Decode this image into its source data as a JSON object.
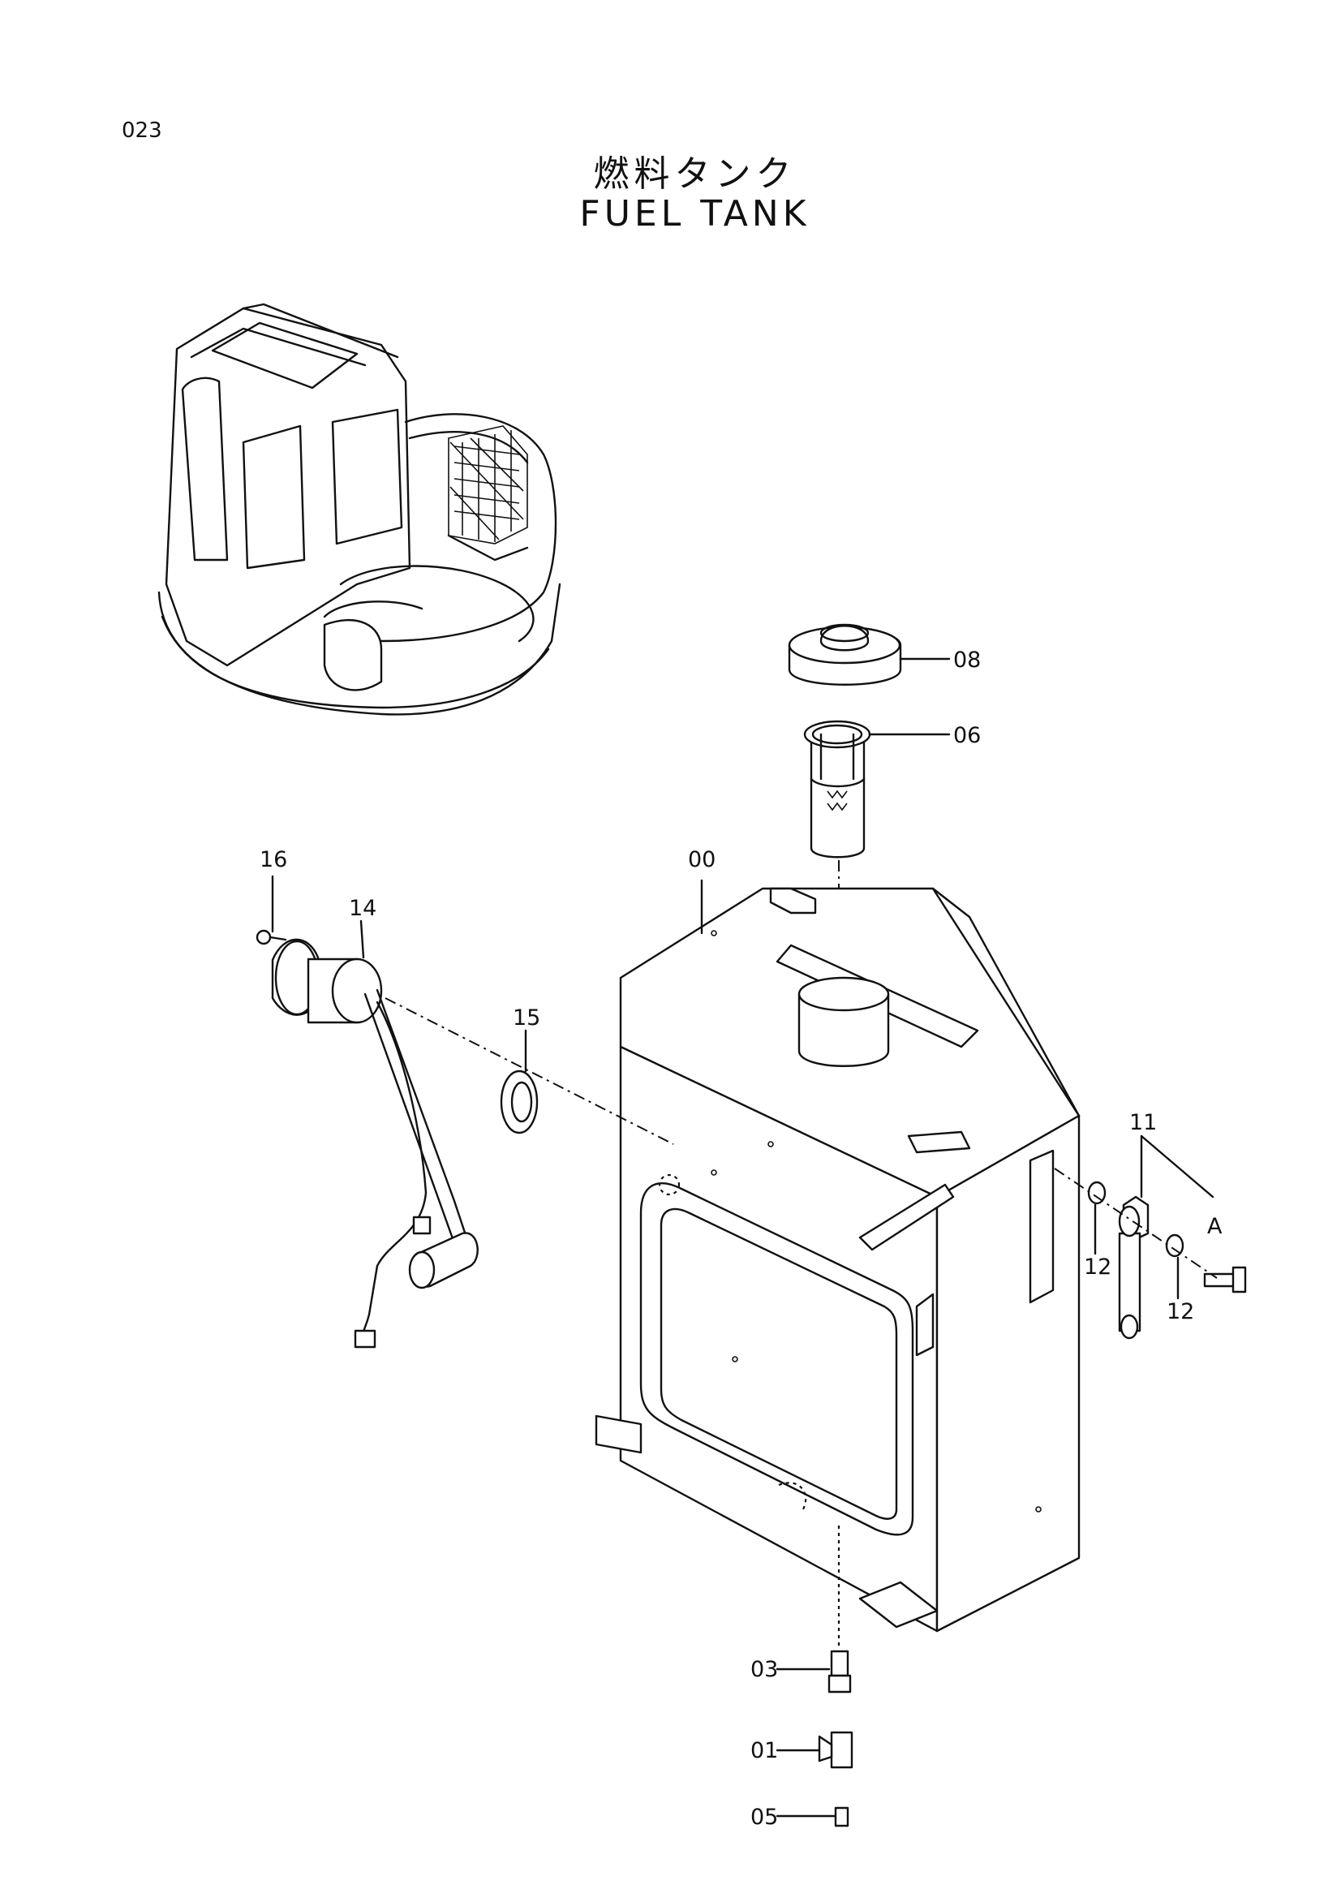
{
  "page_number": "023",
  "title_jp": "燃料タンク",
  "title_en": "FUEL TANK",
  "callouts": {
    "c00": "00",
    "c01": "01",
    "c03": "03",
    "c05": "05",
    "c06": "06",
    "c08": "08",
    "c11": "11",
    "c12a": "12",
    "c12b": "12",
    "c14": "14",
    "c15": "15",
    "c16": "16",
    "cA": "A"
  }
}
